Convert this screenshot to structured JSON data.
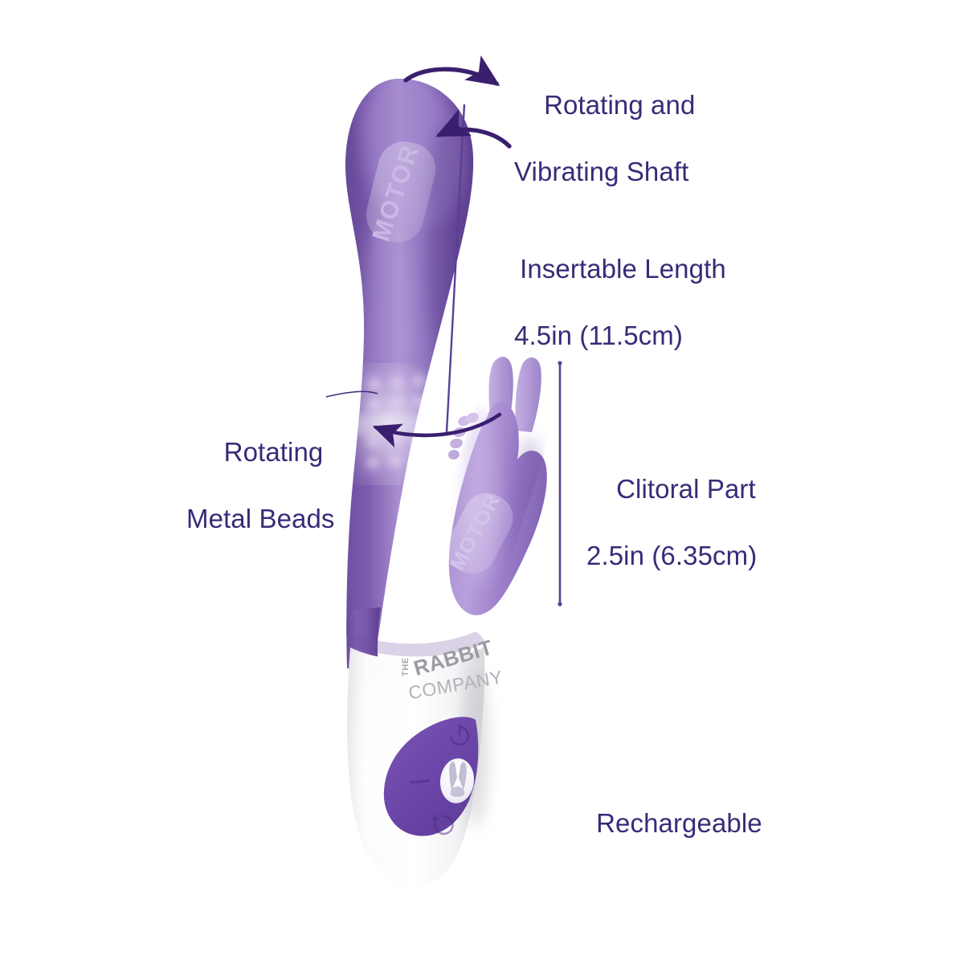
{
  "page": {
    "title": "Rabbit Vibrator Feature Diagram",
    "background_color": "#ffffff",
    "text_color": "#3a2a78"
  },
  "callouts": [
    {
      "id": "rotating-vibrating-shaft",
      "line1": "Rotating and",
      "line2": "Vibrating Shaft",
      "color": "#3a2a78"
    },
    {
      "id": "insertable-length",
      "line1": "Insertable Length",
      "line2": "4.5in (11.5cm)",
      "color": "#3a2a78"
    },
    {
      "id": "rotating-metal-beads",
      "line1": "Rotating",
      "line2": "Metal Beads",
      "color": "#3a2a78"
    },
    {
      "id": "clitoral-part",
      "line1": "Clitoral Part",
      "line2": "2.5in (6.35cm)",
      "color": "#3a2a78"
    },
    {
      "id": "rechargeable",
      "line1": "Rechargeable",
      "line2": "",
      "color": "#3a2a78"
    }
  ],
  "product": {
    "shaft_motor_label": "MOTOR",
    "clitoral_motor_label": "MOTOR",
    "brand": {
      "the": "THE",
      "rabbit": "RABBIT",
      "company": "COMPANY",
      "color": "#a8a8ad"
    },
    "colors": {
      "purple_dark": "#6c4b9e",
      "purple_mid": "#8b6cbb",
      "purple_light": "#b9a2d8",
      "purple_pale": "#d9cdea",
      "handle_white": "#fdfdfd",
      "handle_shadow": "#dcdcdf",
      "control_pad": "#6b46a8",
      "arrow": "#3a1f6e",
      "measure_line": "#5b3f95"
    },
    "controls": [
      {
        "name": "power-button",
        "glyph": "power"
      },
      {
        "name": "minus-button",
        "glyph": "minus"
      },
      {
        "name": "rabbit-emblem",
        "glyph": "rabbit-ears"
      },
      {
        "name": "rotation-button",
        "glyph": "rotate-arrow"
      }
    ]
  },
  "annotations": {
    "arrow_top_right": "rotation-arrow-clockwise",
    "arrow_top_left": "rotation-arrow-counterclockwise",
    "arrow_beads": "rotation-arrow-beads",
    "measure_insertable": "insertable-length-line",
    "measure_clitoral": "clitoral-part-line"
  }
}
